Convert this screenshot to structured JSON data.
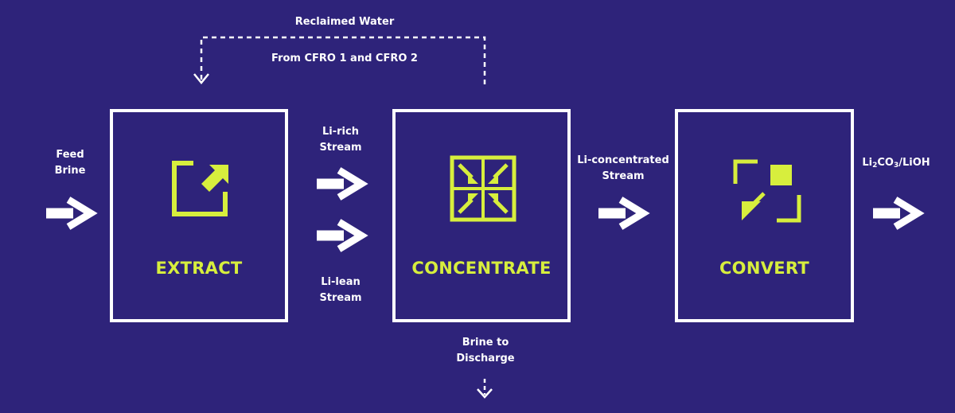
{
  "colors": {
    "background": "#2e237a",
    "accent": "#d7ee3d",
    "stroke": "#ffffff"
  },
  "labels": {
    "reclaimed_water": "Reclaimed Water",
    "from_cfro": "From CFRO 1 and CFRO 2",
    "feed_brine_line1": "Feed",
    "feed_brine_line2": "Brine",
    "li_rich_line1": "Li-rich",
    "li_rich_line2": "Stream",
    "li_lean_line1": "Li-lean",
    "li_lean_line2": "Stream",
    "li_concentrated_line1": "Li-concentrated",
    "li_concentrated_line2": "Stream",
    "product_li": "Li",
    "product_sub2": "2",
    "product_co": "CO",
    "product_sub3": "3",
    "product_rest": "/LiOH",
    "brine_discharge_line1": "Brine to",
    "brine_discharge_line2": "Discharge"
  },
  "stages": [
    {
      "title": "EXTRACT",
      "icon": "extract-icon"
    },
    {
      "title": "CONCENTRATE",
      "icon": "concentrate-icon"
    },
    {
      "title": "CONVERT",
      "icon": "convert-icon"
    }
  ]
}
